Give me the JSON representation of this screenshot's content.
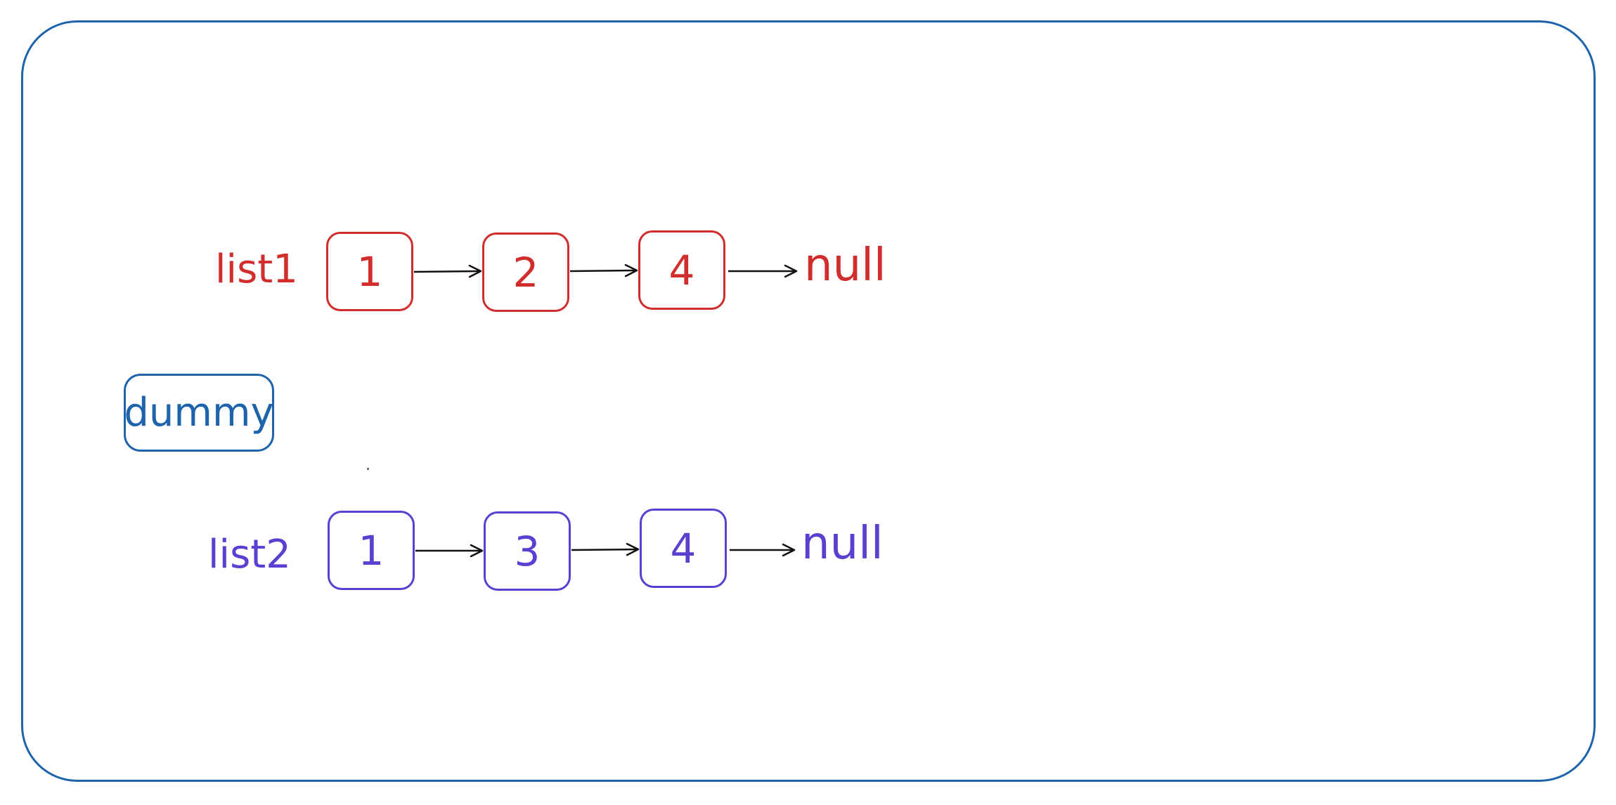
{
  "colors": {
    "frame": "#1e64ad",
    "list1": "#d12d2d",
    "list2": "#5b3fd0",
    "arrow": "#111111"
  },
  "list1": {
    "label": "list1",
    "nodes": [
      "1",
      "2",
      "4"
    ],
    "terminal": "null"
  },
  "list2": {
    "label": "list2",
    "nodes": [
      "1",
      "3",
      "4"
    ],
    "terminal": "null"
  },
  "dummy": {
    "label": "dummy"
  }
}
